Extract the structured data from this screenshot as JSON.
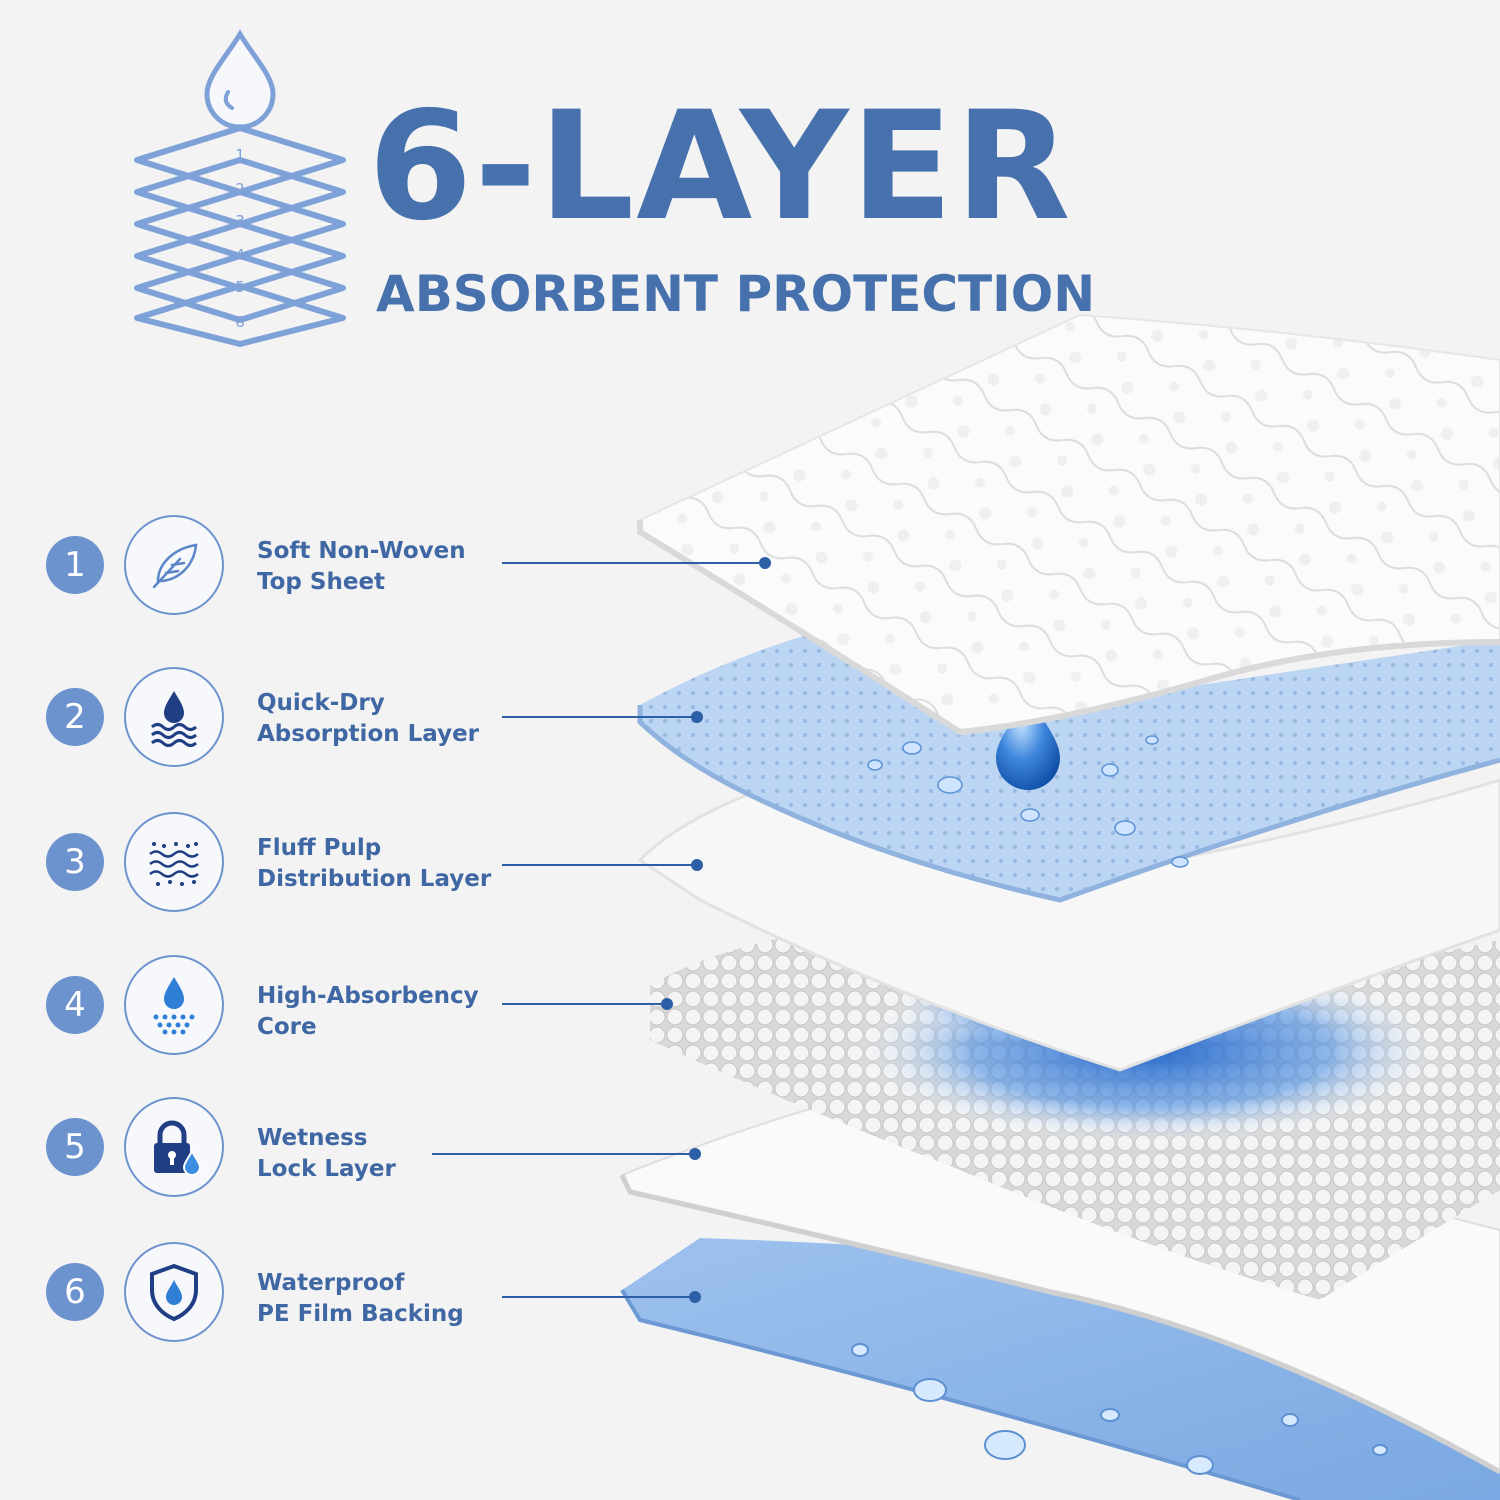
{
  "header": {
    "title": "6-LAYER",
    "subtitle": "ABSORBENT PROTECTION",
    "icon_numbers": [
      "1",
      "2",
      "3",
      "4",
      "5",
      "6"
    ]
  },
  "layers": [
    {
      "number": "1",
      "line1": "Soft Non-Woven",
      "line2": "Top Sheet",
      "icon": "feather-icon"
    },
    {
      "number": "2",
      "line1": "Quick-Dry",
      "line2": "Absorption Layer",
      "icon": "water-drop-waves-icon"
    },
    {
      "number": "3",
      "line1": "Fluff Pulp",
      "line2": "Distribution Layer",
      "icon": "fibers-icon"
    },
    {
      "number": "4",
      "line1": "High-Absorbency",
      "line2": "Core",
      "icon": "drop-dots-icon"
    },
    {
      "number": "5",
      "line1": "Wetness",
      "line2": "Lock Layer",
      "icon": "padlock-drop-icon"
    },
    {
      "number": "6",
      "line1": "Waterproof",
      "line2": "PE Film Backing",
      "icon": "shield-drop-icon"
    }
  ],
  "colors": {
    "brand_blue": "#4671ad",
    "accent_blue": "#6d93cf",
    "icon_dark": "#1f3e84",
    "background": "#f3f3f3"
  }
}
